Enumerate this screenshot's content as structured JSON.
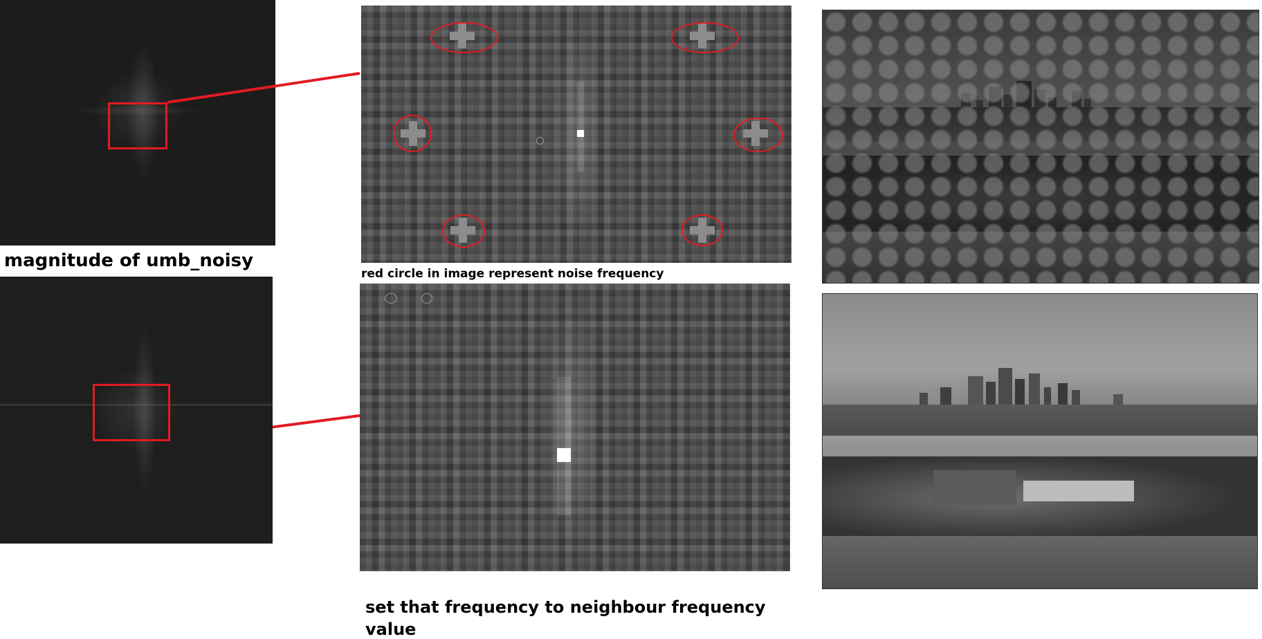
{
  "captions": {
    "magnitude_label": "magnitude of umb_noisy",
    "noise_note": "red circle in image represent noise frequency",
    "fix_note_line1": "set that frequency to neighbour frequency",
    "fix_note_line2": "value"
  },
  "colors": {
    "highlight_red": "#e11b22",
    "spectrum_bg": "#1c1c1c",
    "zoom_bg": "#4c4c4c"
  }
}
